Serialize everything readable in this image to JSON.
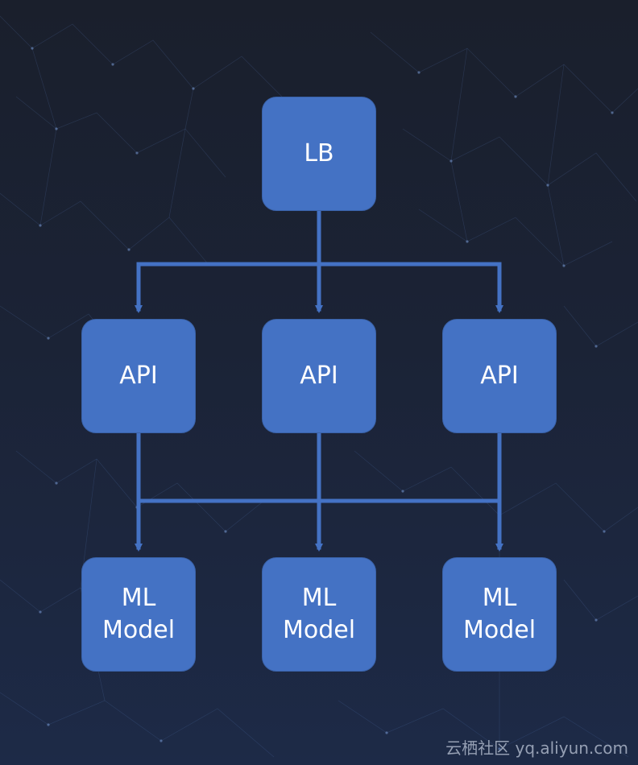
{
  "diagram": {
    "nodes": {
      "lb": {
        "label": "LB"
      },
      "api": [
        {
          "label": "API"
        },
        {
          "label": "API"
        },
        {
          "label": "API"
        }
      ],
      "models": [
        {
          "line1": "ML",
          "line2": "Model"
        },
        {
          "line1": "ML",
          "line2": "Model"
        },
        {
          "line1": "ML",
          "line2": "Model"
        }
      ]
    },
    "edges": [
      {
        "from": "LB",
        "to": "API 1"
      },
      {
        "from": "LB",
        "to": "API 2"
      },
      {
        "from": "LB",
        "to": "API 3"
      },
      {
        "from": "API layer",
        "to": "ML Model 1"
      },
      {
        "from": "API layer",
        "to": "ML Model 2"
      },
      {
        "from": "API layer",
        "to": "ML Model 3"
      }
    ]
  },
  "watermark": {
    "text": "云栖社区 yq.aliyun.com"
  },
  "colors": {
    "node_fill": "#4472c4",
    "connector": "#4472c4",
    "background": "#1b2336"
  }
}
